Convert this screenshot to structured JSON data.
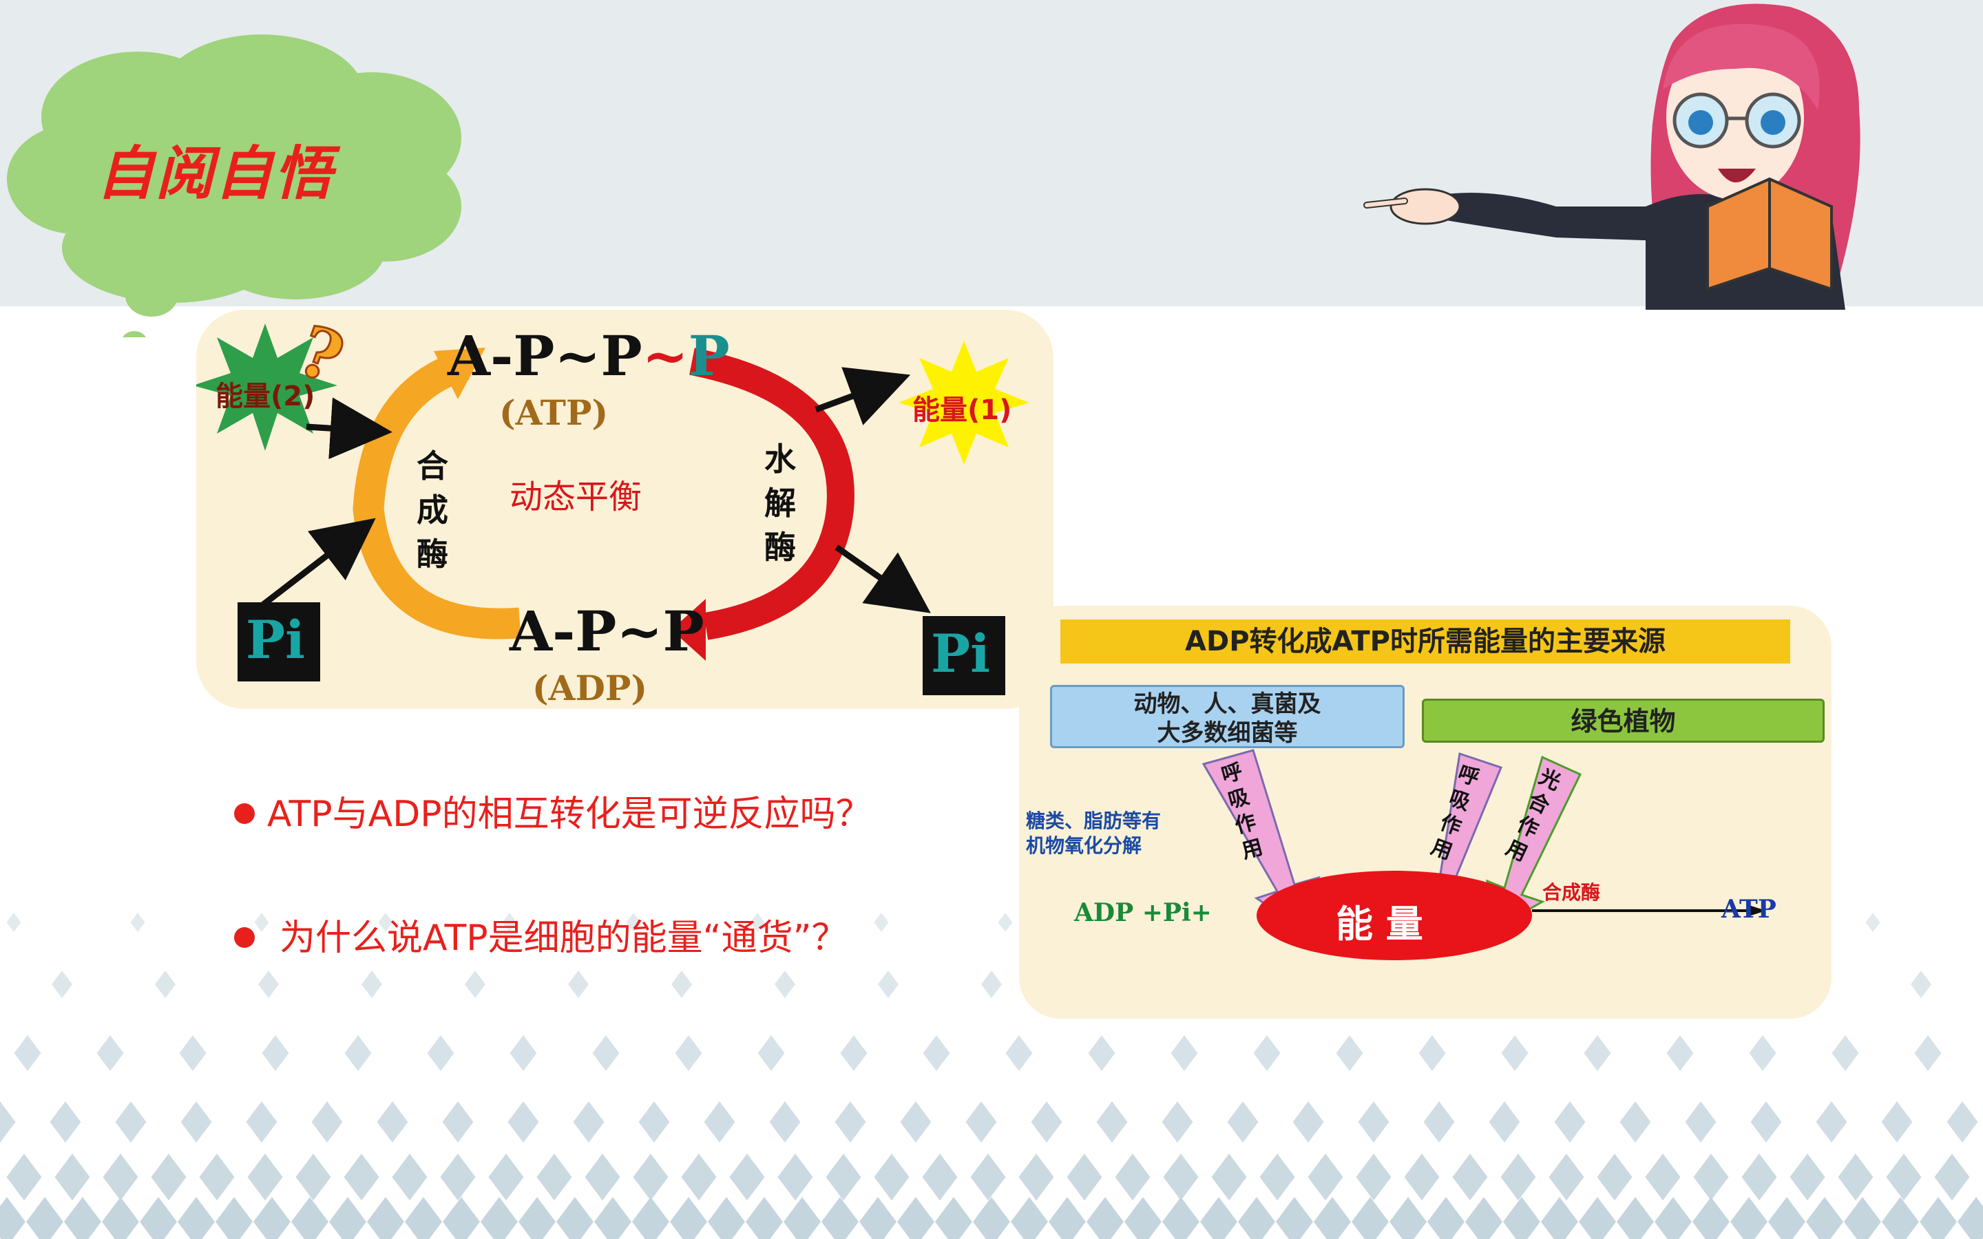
{
  "header": {
    "title": "自阅自悟"
  },
  "atp_cycle": {
    "atp_formula_main": "A-P~P",
    "atp_formula_bond": "~",
    "atp_formula_tail": "P",
    "atp_label": "(ATP)",
    "adp_formula": "A-P~P",
    "adp_label": "(ADP)",
    "center_label": "动态平衡",
    "left_enzyme": [
      "合",
      "成",
      "酶"
    ],
    "right_enzyme": [
      "水",
      "解",
      "酶"
    ],
    "energy_in": "能量(2)",
    "energy_out": "能量(1)",
    "pi_left": "Pi",
    "pi_right": "Pi",
    "colors": {
      "synthesis_arrow": "#f5a623",
      "hydrolysis_arrow": "#d9161c",
      "energy_in_star": "#2e9e4a",
      "energy_out_star": "#fff200"
    }
  },
  "energy_source": {
    "banner": "ADP转化成ATP时所需能量的主要来源",
    "box_animals": [
      "动物、人、真菌及",
      "大多数细菌等"
    ],
    "box_plants": "绿色植物",
    "side_note": [
      "糖类、脂肪等有",
      "机物氧化分解"
    ],
    "arrow_respiration_1": [
      "呼",
      "吸",
      "作",
      "用"
    ],
    "arrow_respiration_2": [
      "呼",
      "吸",
      "作",
      "用"
    ],
    "arrow_photosynthesis": [
      "光",
      "合",
      "作",
      "用"
    ],
    "equation_left": "ADP +Pi+",
    "energy_oval": "能 量",
    "enzyme_label": "合成酶",
    "product": "ATP"
  },
  "questions": [
    "ATP与ADP的相互转化是可逆反应吗？",
    "为什么说ATP是细胞的能量“通货”？"
  ]
}
